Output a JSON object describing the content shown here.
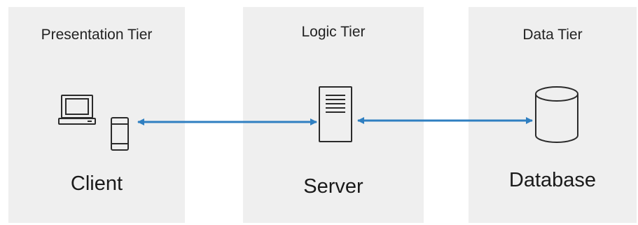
{
  "tiers": [
    {
      "title": "Presentation Tier",
      "node": "Client"
    },
    {
      "title": "Logic Tier",
      "node": "Server"
    },
    {
      "title": "Data Tier",
      "node": "Database"
    }
  ],
  "icons": {
    "client": [
      "laptop-icon",
      "smartphone-icon"
    ],
    "server": "server-icon",
    "database": "database-cylinder-icon"
  },
  "colors": {
    "panel": "#efefef",
    "connector": "#2f7fc1",
    "icon_stroke": "#2b2b2b"
  },
  "connections": [
    {
      "from": "Client",
      "to": "Server",
      "direction": "bidirectional"
    },
    {
      "from": "Server",
      "to": "Database",
      "direction": "bidirectional"
    }
  ]
}
